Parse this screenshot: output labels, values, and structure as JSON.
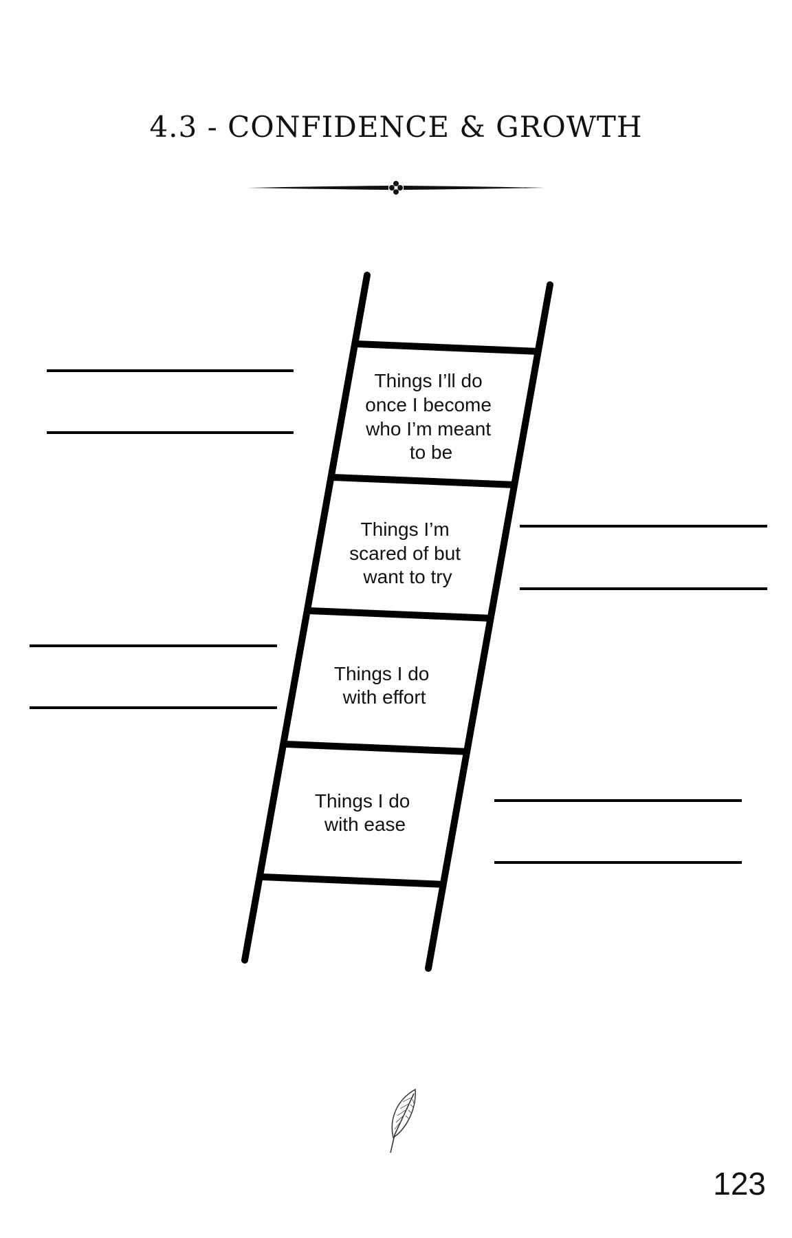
{
  "title": "4.3 - CONFIDENCE & GROWTH",
  "rungs": [
    {
      "lines": [
        "Things I’ll do",
        "once I become",
        "who I’m meant",
        "to be"
      ]
    },
    {
      "lines": [
        "Things I’m",
        "scared of but",
        "want to try"
      ]
    },
    {
      "lines": [
        "Things I do",
        "with effort"
      ]
    },
    {
      "lines": [
        "Things I do",
        "with ease"
      ]
    }
  ],
  "page_number": "123",
  "icons": {
    "divider": "ornamental-divider-icon",
    "footer": "feather-icon"
  },
  "colors": {
    "ink": "#111111",
    "background": "#ffffff"
  }
}
